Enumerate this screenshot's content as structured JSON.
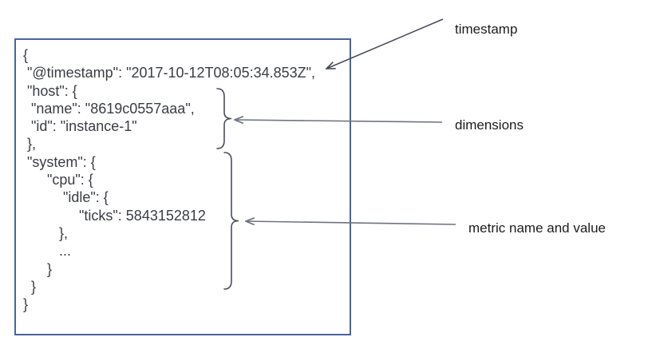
{
  "colors": {
    "background": "#ffffff",
    "box-border": "#4a639e",
    "code-text": "#3a3d44",
    "label-text": "#1b1c1f",
    "brace": "#4a4e5a",
    "arrow-dark": "#464b57",
    "arrow-gray": "#6d7380"
  },
  "json_document": {
    "lines": [
      "{",
      " \"@timestamp\": \"2017-10-12T08:05:34.853Z\",",
      " \"host\": {",
      "  \"name\": \"8619c0557aaa\",",
      "  \"id\": \"instance-1\"",
      " },",
      " \"system\": {",
      "      \"cpu\": {",
      "          \"idle\": {",
      "              \"ticks\": 5843152812",
      "         },",
      "         ...",
      "      }",
      "  }",
      "}"
    ],
    "timestamp_value": "2017-10-12T08:05:34.853Z",
    "host_name": "8619c0557aaa",
    "host_id": "instance-1",
    "metric_path": "system.cpu.idle.ticks",
    "metric_value": "5843152812"
  },
  "annotations": {
    "timestamp": {
      "label": "timestamp"
    },
    "dimensions": {
      "label": "dimensions"
    },
    "metric": {
      "label": "metric name and value"
    }
  }
}
